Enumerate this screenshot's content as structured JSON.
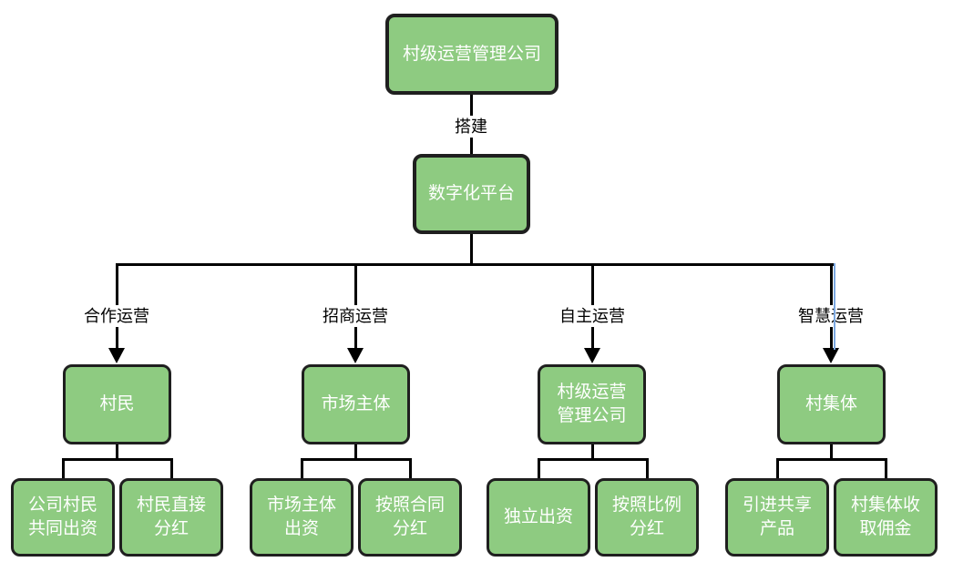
{
  "diagram": {
    "title_context": "村级运营管理组织结构图",
    "root_label": "村级运营管理公司",
    "edge_label": "搭建",
    "platform_label": "数字化平台",
    "branches": [
      {
        "label": "合作运营",
        "node_label": "村民",
        "children": [
          "公司村民\n共同出资",
          "村民直接\n分红"
        ]
      },
      {
        "label": "招商运营",
        "node_label": "市场主体",
        "children": [
          "市场主体\n出资",
          "按照合同\n分红"
        ]
      },
      {
        "label": "自主运营",
        "node_label": "村级运营\n管理公司",
        "children": [
          "独立出资",
          "按照比例\n分红"
        ]
      },
      {
        "label": "智慧运营",
        "node_label": "村集体",
        "children": [
          "引进共享\n产品",
          "村集体收\n取佣金"
        ]
      }
    ],
    "colors": {
      "node_fill": "#8ecb81",
      "node_border": "#1f1f1f",
      "node_text": "#ffffff",
      "connector": "#000000",
      "selection_highlight": "#7aa7e0",
      "label_text": "#000000",
      "background": "#ffffff"
    }
  }
}
